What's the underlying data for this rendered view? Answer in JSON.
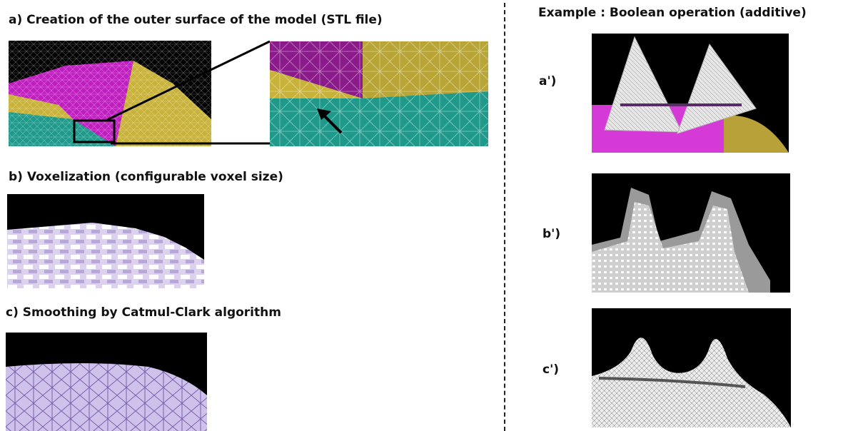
{
  "left": {
    "a_title": "a) Creation of the outer surface of the model (STL file)",
    "b_title": "b) Voxelization (configurable voxel size)",
    "c_title": "c) Smoothing by  Catmul-Clark algorithm"
  },
  "right": {
    "title": "Example : Boolean operation (additive)",
    "a_label": "a')",
    "b_label": "b')",
    "c_label": "c')"
  },
  "colors": {
    "magenta": "#c01fc0",
    "olive": "#c9b23a",
    "teal": "#1f9a8a",
    "voxel": "#dcd2ee",
    "smooth": "#b9a6dd",
    "black": "#000000",
    "gray": "#9a9a9a"
  }
}
